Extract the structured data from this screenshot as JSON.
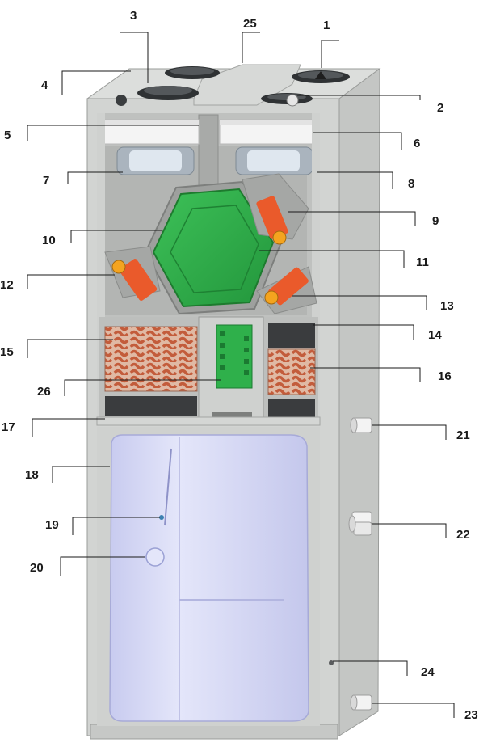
{
  "diagram": {
    "callouts": [
      "1",
      "2",
      "3",
      "4",
      "5",
      "6",
      "7",
      "8",
      "9",
      "10",
      "11",
      "12",
      "13",
      "14",
      "15",
      "16",
      "17",
      "18",
      "19",
      "20",
      "21",
      "22",
      "23",
      "24",
      "25",
      "26"
    ],
    "colors": {
      "cabinet_panel": "#cfd1cf",
      "cabinet_side": "#c2c4c2",
      "cabinet_dark": "#9a9c9a",
      "heat_exchanger": "#2fae49",
      "heat_exchanger_dark": "#1f8d34",
      "damper_motor": "#e9572a",
      "damper_gear": "#f6a623",
      "coil": "#c9694a",
      "tank": "#d6d8f4",
      "tank_shade": "#b9bbe6",
      "filter": "#f2f2f2",
      "fan": "#aeb8c2",
      "fan_blade": "#dfe6ee",
      "leader_line": "#1a1a1a"
    }
  }
}
